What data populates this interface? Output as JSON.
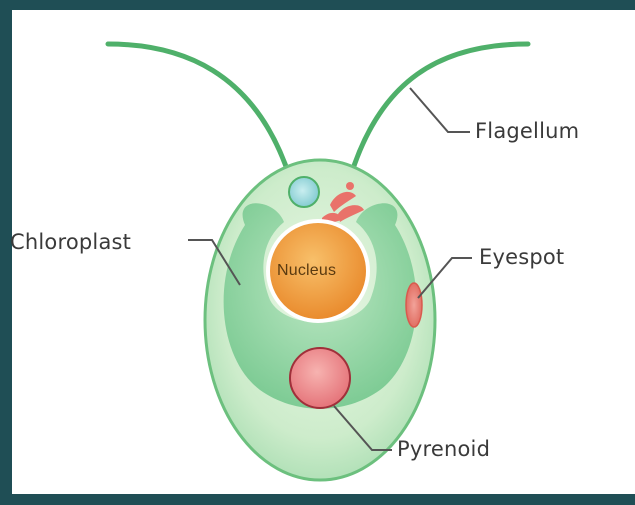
{
  "diagram": {
    "labels": {
      "flagellum": "Flagellum",
      "chloroplast": "Chloroplast",
      "nucleus": "Nucleus",
      "eyespot": "Eyespot",
      "pyrenoid": "Pyrenoid"
    },
    "colors": {
      "background_border": "#1f4e55",
      "flagellum": "#4fb06a",
      "cell_fill": "#cfeccd",
      "cell_outline": "#6cc07e",
      "chloroplast": "#8fd3a2",
      "nucleus": "#f2a441",
      "eyespot": "#e98377",
      "pyrenoid": "#ef9a9a",
      "leader_line": "#555555"
    }
  }
}
